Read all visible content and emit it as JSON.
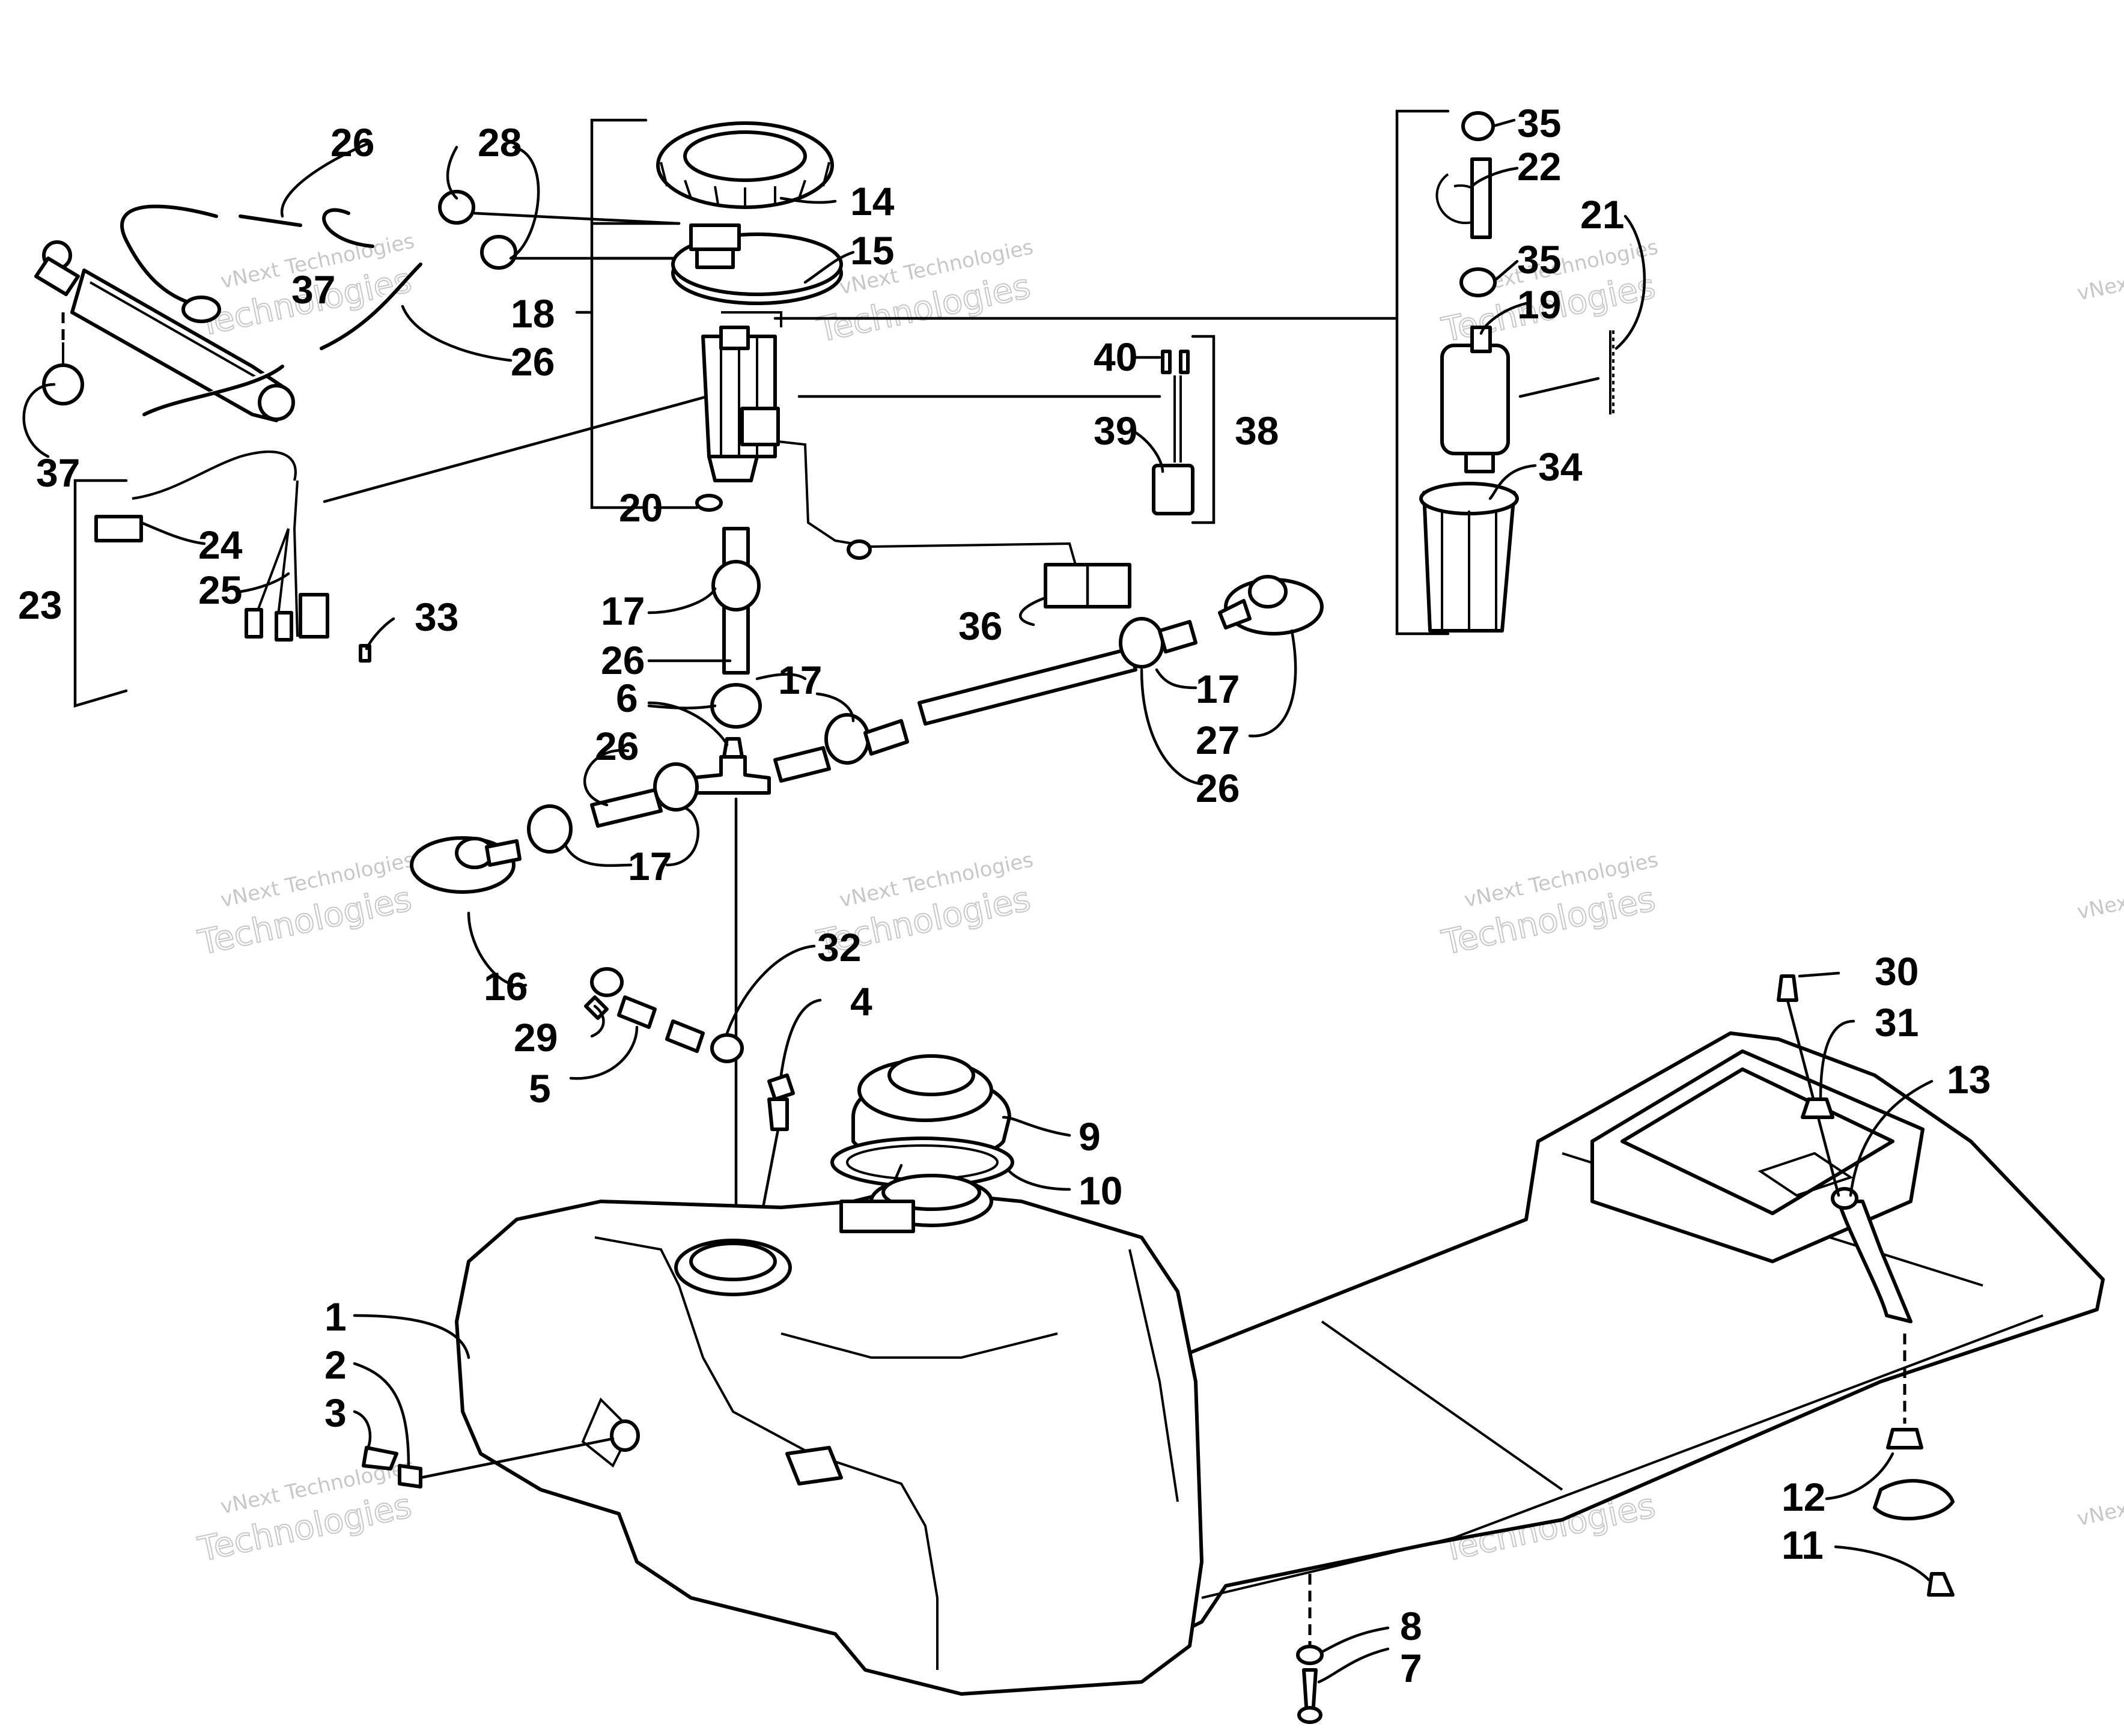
{
  "watermark": {
    "line1": "vNext Technologies",
    "line2": "Technologies",
    "line_alt": "vNext"
  },
  "callouts": [
    {
      "id": "c1",
      "label": "1"
    },
    {
      "id": "c2",
      "label": "2"
    },
    {
      "id": "c3",
      "label": "3"
    },
    {
      "id": "c4",
      "label": "4"
    },
    {
      "id": "c5",
      "label": "5"
    },
    {
      "id": "c6",
      "label": "6"
    },
    {
      "id": "c7",
      "label": "7"
    },
    {
      "id": "c8",
      "label": "8"
    },
    {
      "id": "c9",
      "label": "9"
    },
    {
      "id": "c10",
      "label": "10"
    },
    {
      "id": "c11",
      "label": "11"
    },
    {
      "id": "c12",
      "label": "12"
    },
    {
      "id": "c13",
      "label": "13"
    },
    {
      "id": "c14",
      "label": "14"
    },
    {
      "id": "c15",
      "label": "15"
    },
    {
      "id": "c16",
      "label": "16"
    },
    {
      "id": "c17a",
      "label": "17"
    },
    {
      "id": "c17b",
      "label": "17"
    },
    {
      "id": "c17c",
      "label": "17"
    },
    {
      "id": "c17d",
      "label": "17"
    },
    {
      "id": "c18",
      "label": "18"
    },
    {
      "id": "c19",
      "label": "19"
    },
    {
      "id": "c20",
      "label": "20"
    },
    {
      "id": "c21",
      "label": "21"
    },
    {
      "id": "c22",
      "label": "22"
    },
    {
      "id": "c23",
      "label": "23"
    },
    {
      "id": "c24",
      "label": "24"
    },
    {
      "id": "c25",
      "label": "25"
    },
    {
      "id": "c26a",
      "label": "26"
    },
    {
      "id": "c26b",
      "label": "26"
    },
    {
      "id": "c26c",
      "label": "26"
    },
    {
      "id": "c26d",
      "label": "26"
    },
    {
      "id": "c26e",
      "label": "26"
    },
    {
      "id": "c27",
      "label": "27"
    },
    {
      "id": "c28",
      "label": "28"
    },
    {
      "id": "c29",
      "label": "29"
    },
    {
      "id": "c30",
      "label": "30"
    },
    {
      "id": "c31",
      "label": "31"
    },
    {
      "id": "c32",
      "label": "32"
    },
    {
      "id": "c33",
      "label": "33"
    },
    {
      "id": "c34",
      "label": "34"
    },
    {
      "id": "c35a",
      "label": "35"
    },
    {
      "id": "c35b",
      "label": "35"
    },
    {
      "id": "c36",
      "label": "36"
    },
    {
      "id": "c37a",
      "label": "37"
    },
    {
      "id": "c37b",
      "label": "37"
    },
    {
      "id": "c38",
      "label": "38"
    },
    {
      "id": "c39",
      "label": "39"
    },
    {
      "id": "c40",
      "label": "40"
    }
  ]
}
